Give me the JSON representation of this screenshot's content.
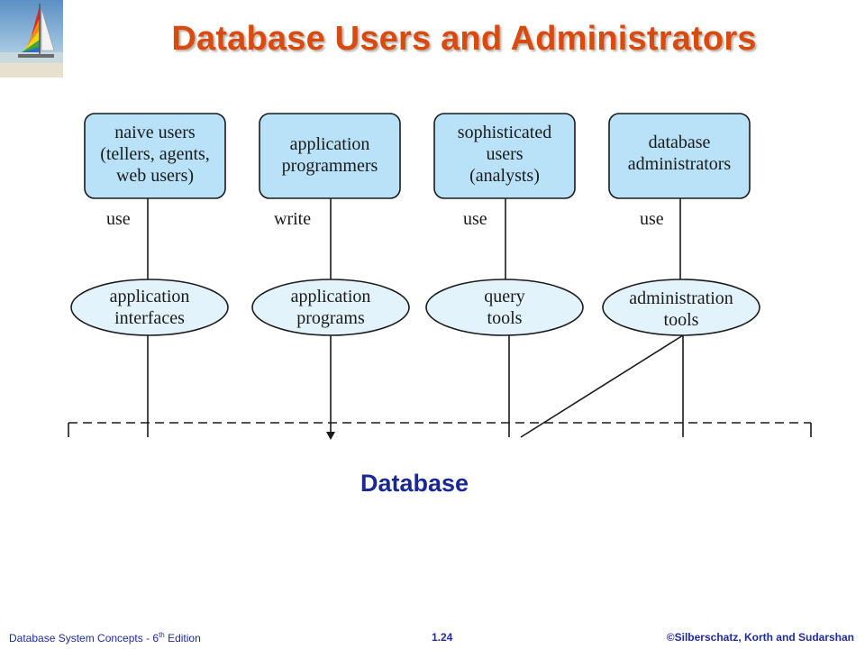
{
  "slide": {
    "title": "Database Users and Administrators",
    "logo_icon": "sailboat-logo-icon"
  },
  "diagram": {
    "user_boxes": [
      {
        "line1": "naive users",
        "line2": "(tellers, agents,",
        "line3": "web users)"
      },
      {
        "line1": "application",
        "line2": "programmers"
      },
      {
        "line1": "sophisticated",
        "line2": "users",
        "line3": "(analysts)"
      },
      {
        "line1": "database",
        "line2": "administrators"
      }
    ],
    "edge_labels": [
      "use",
      "write",
      "use",
      "use"
    ],
    "tools": [
      {
        "line1": "application",
        "line2": "interfaces"
      },
      {
        "line1": "application",
        "line2": "programs"
      },
      {
        "line1": "query",
        "line2": "tools"
      },
      {
        "line1": "administration",
        "line2": "tools"
      }
    ],
    "database_label": "Database",
    "colors": {
      "box_fill": "#b9e2f8",
      "ellipse_fill": "#e3f3fc",
      "stroke": "#1a1a1a"
    }
  },
  "footer": {
    "book": "Database  System Concepts  - 6",
    "edition_sup": "th",
    "edition_suffix": " Edition",
    "page_number": "1.24",
    "copyright": "©Silberschatz, Korth and Sudarshan"
  }
}
